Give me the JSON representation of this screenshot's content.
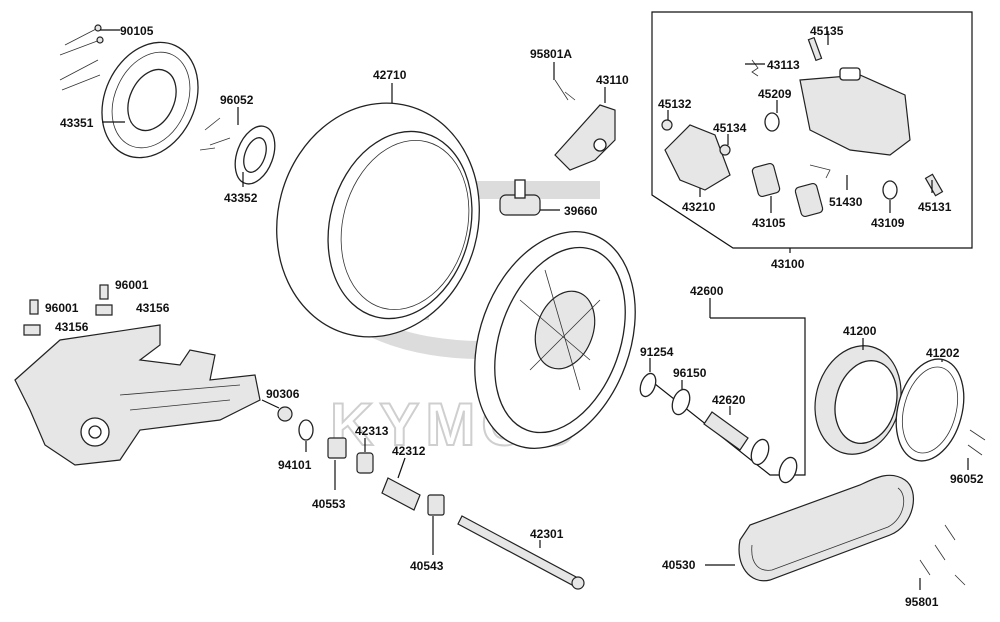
{
  "watermark": {
    "brand": "KYMCO"
  },
  "parts": [
    {
      "id": "brake-disc",
      "label": "43351"
    },
    {
      "id": "disc-bolts",
      "label": "90105"
    },
    {
      "id": "disc-cover-bolts",
      "label": "96052"
    },
    {
      "id": "disc-cover",
      "label": "43352"
    },
    {
      "id": "tire",
      "label": "42710"
    },
    {
      "id": "bracket-bolt",
      "label": "95801A"
    },
    {
      "id": "caliper-bracket",
      "label": "43110"
    },
    {
      "id": "tire-valve",
      "label": "39660"
    },
    {
      "id": "caliper-assembly",
      "label": "43100"
    },
    {
      "id": "caliper-pin",
      "label": "45135"
    },
    {
      "id": "caliper-spring",
      "label": "43113"
    },
    {
      "id": "boot",
      "label": "45132"
    },
    {
      "id": "piston-seal",
      "label": "45209"
    },
    {
      "id": "boot-small",
      "label": "45134"
    },
    {
      "id": "caliper-support",
      "label": "43210"
    },
    {
      "id": "brake-pads",
      "label": "43105"
    },
    {
      "id": "pad-spring",
      "label": "51430"
    },
    {
      "id": "bleeder-cap",
      "label": "43109"
    },
    {
      "id": "bleeder-screw",
      "label": "45131"
    },
    {
      "id": "swingarm-bolt-top",
      "label": "96001"
    },
    {
      "id": "swingarm-bolt-left",
      "label": "96001"
    },
    {
      "id": "swingarm-clip-right",
      "label": "43156"
    },
    {
      "id": "swingarm-clip-left",
      "label": "43156"
    },
    {
      "id": "wheel-assembly",
      "label": "42600"
    },
    {
      "id": "oil-seal",
      "label": "91254"
    },
    {
      "id": "bearing",
      "label": "96150"
    },
    {
      "id": "collar",
      "label": "42620"
    },
    {
      "id": "swingarm-nut",
      "label": "90306"
    },
    {
      "id": "washer",
      "label": "94101"
    },
    {
      "id": "axle-plate-left",
      "label": "40553"
    },
    {
      "id": "side-collar",
      "label": "42313"
    },
    {
      "id": "distance-collar",
      "label": "42312"
    },
    {
      "id": "axle-plate-right",
      "label": "40543"
    },
    {
      "id": "axle",
      "label": "42301"
    },
    {
      "id": "driven-pulley",
      "label": "41200"
    },
    {
      "id": "pulley-cover",
      "label": "41202"
    },
    {
      "id": "pulley-bolts",
      "label": "96052"
    },
    {
      "id": "drive-belt",
      "label": "40530"
    },
    {
      "id": "pulley-flange-bolts",
      "label": "95801"
    }
  ]
}
